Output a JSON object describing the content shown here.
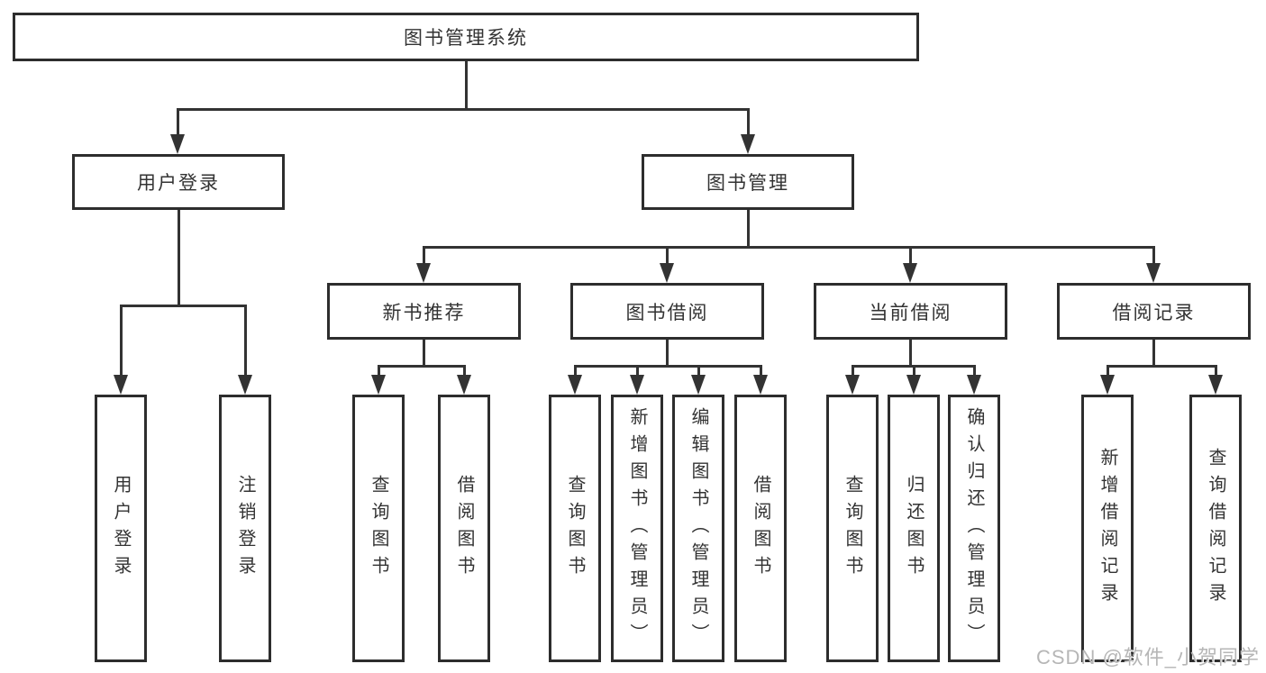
{
  "tree": {
    "id": "library-management-system",
    "label": "图书管理系统",
    "children": [
      {
        "id": "user-login-module",
        "label": "用户登录",
        "children": [
          {
            "id": "user-login",
            "label": "用户登录"
          },
          {
            "id": "logout",
            "label": "注销登录"
          }
        ]
      },
      {
        "id": "book-management",
        "label": "图书管理",
        "children": [
          {
            "id": "new-book-recommend",
            "label": "新书推荐",
            "children": [
              {
                "id": "query-books",
                "label": "查询图书"
              },
              {
                "id": "borrow-books",
                "label": "借阅图书"
              }
            ]
          },
          {
            "id": "book-borrowing",
            "label": "图书借阅",
            "children": [
              {
                "id": "query-books",
                "label": "查询图书"
              },
              {
                "id": "add-books-admin",
                "label": "新增图书（管理员）"
              },
              {
                "id": "edit-books-admin",
                "label": "编辑图书（管理员）"
              },
              {
                "id": "borrow-books",
                "label": "借阅图书"
              }
            ]
          },
          {
            "id": "current-borrowing",
            "label": "当前借阅",
            "children": [
              {
                "id": "query-books",
                "label": "查询图书"
              },
              {
                "id": "return-books",
                "label": "归还图书"
              },
              {
                "id": "confirm-return-admin",
                "label": "确认归还（管理员）"
              }
            ]
          },
          {
            "id": "borrow-records",
            "label": "借阅记录",
            "children": [
              {
                "id": "add-borrow-record",
                "label": "新增借阅记录"
              },
              {
                "id": "query-borrow-record",
                "label": "查询借阅记录"
              }
            ]
          }
        ]
      }
    ]
  },
  "watermark": {
    "text": "CSDN @软件_小贺同学"
  },
  "colors": {
    "line": "#333333",
    "box_border": "#2d2d2d",
    "text": "#333333",
    "watermark": "#b6b6b6",
    "background": "#ffffff"
  }
}
